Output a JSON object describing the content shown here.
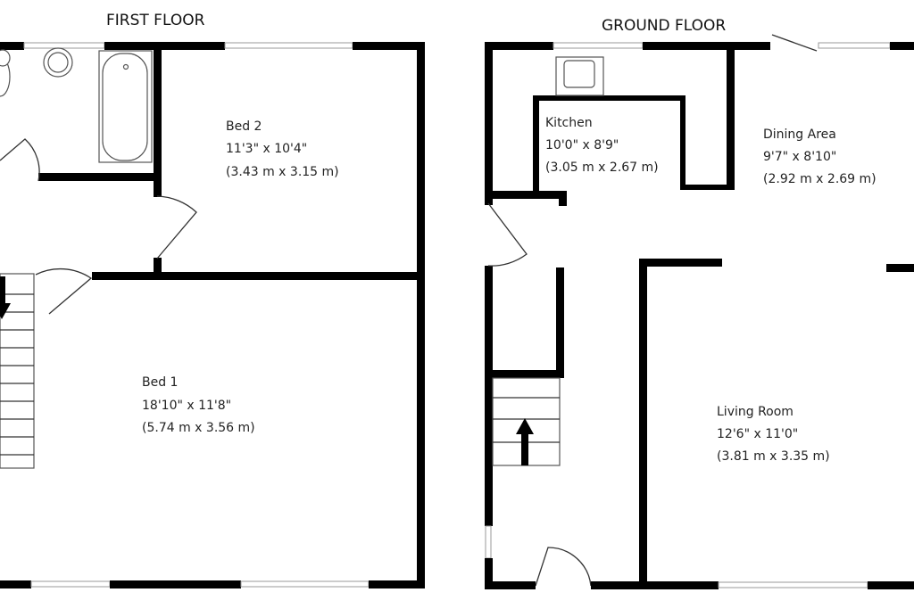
{
  "floors": [
    {
      "title": "FIRST FLOOR",
      "rooms": [
        {
          "name": "Bed 2",
          "imperial": "11'3\" x 10'4\"",
          "metric": "(3.43 m x 3.15 m)"
        },
        {
          "name": "Bed 1",
          "imperial": "18'10\" x 11'8\"",
          "metric": "(5.74 m x 3.56 m)"
        }
      ]
    },
    {
      "title": "GROUND FLOOR",
      "rooms": [
        {
          "name": "Kitchen",
          "imperial": "10'0\" x 8'9\"",
          "metric": "(3.05 m x 2.67 m)"
        },
        {
          "name": "Dining Area",
          "imperial": "9'7\" x 8'10\"",
          "metric": "(2.92 m x 2.69 m)"
        },
        {
          "name": "Living Room",
          "imperial": "12'6\" x 11'0\"",
          "metric": "(3.81 m x 3.35 m)"
        }
      ]
    }
  ]
}
